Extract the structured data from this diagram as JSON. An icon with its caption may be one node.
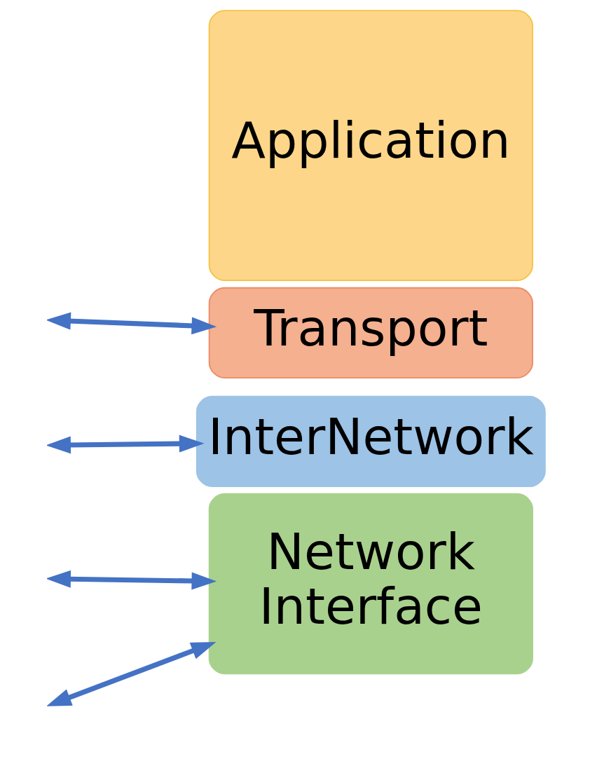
{
  "diagram": {
    "nodes": [
      {
        "text": [
          "Application"
        ]
      },
      {
        "text": [
          "Transport"
        ]
      },
      {
        "text": [
          "InterNetwork"
        ]
      },
      {
        "text": [
          "Network Interface"
        ]
      }
    ],
    "edges": [
      {
        "from": null,
        "to": 1,
        "arrow": "both"
      },
      {
        "from": null,
        "to": 2,
        "arrow": "both"
      },
      {
        "from": null,
        "to": 3,
        "arrow": "both"
      },
      {
        "from": null,
        "to": 3,
        "arrow": "both"
      }
    ]
  }
}
